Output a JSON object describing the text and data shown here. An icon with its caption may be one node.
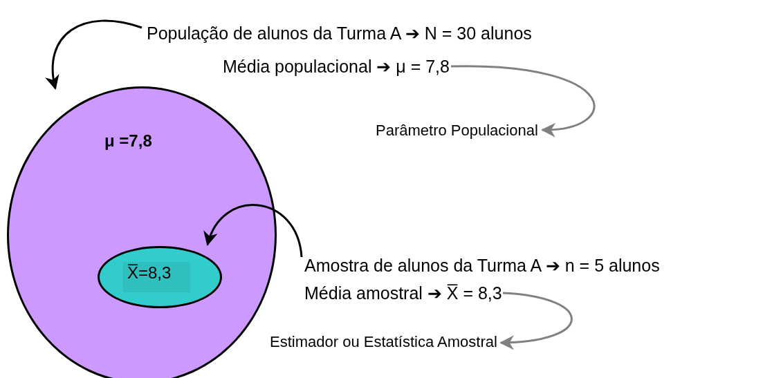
{
  "diagram": {
    "nodes": [
      {
        "text": [
          "μ =7,8"
        ]
      },
      {
        "text": [
          "X̅=8,3"
        ],
        "in": 0
      },
      {
        "text": [
          "População de alunos da Turma A ➔ N = 30 alunos"
        ]
      },
      {
        "text": [
          "Média populacional ➔ μ  = 7,8"
        ]
      },
      {
        "text": [
          "Parâmetro Populacional"
        ]
      },
      {
        "text": [
          "Amostra de alunos da Turma A ➔ n = 5 alunos"
        ]
      },
      {
        "text": [
          "Média amostral ➔ X̅ = 8,3"
        ]
      },
      {
        "text": [
          "Estimador ou Estatística Amostral"
        ]
      }
    ],
    "edges": [
      {
        "from": 2,
        "to": 0,
        "arrow": "to",
        "color": "#000000"
      },
      {
        "from": 5,
        "to": 1,
        "arrow": "to",
        "color": "#000000"
      },
      {
        "from": 3,
        "to": 4,
        "arrow": "to",
        "color": "#808080"
      },
      {
        "from": 6,
        "to": 7,
        "arrow": "to",
        "color": "#808080"
      }
    ]
  }
}
